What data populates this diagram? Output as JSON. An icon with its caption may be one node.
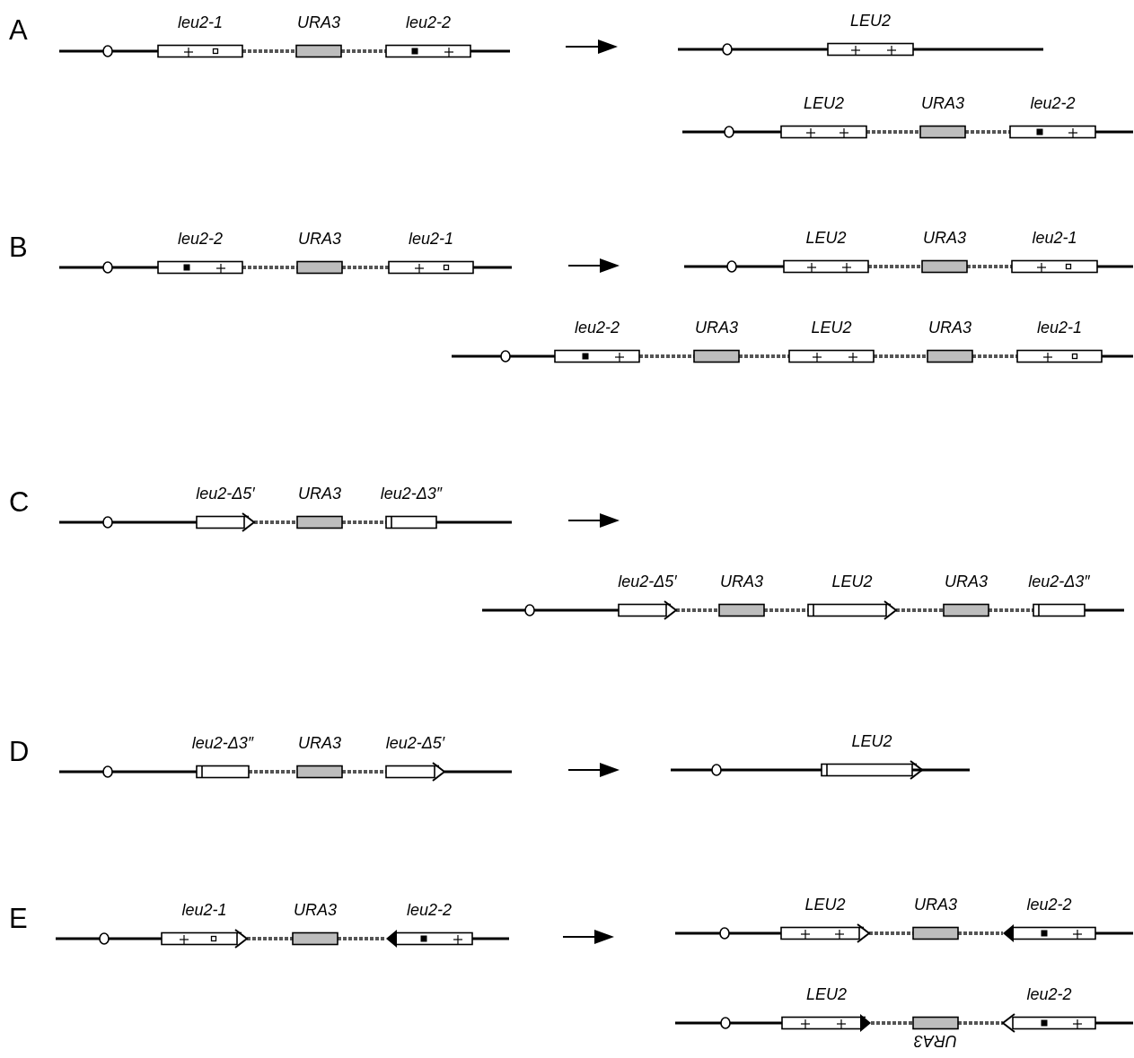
{
  "diagram": {
    "nodes": [
      {
        "text": [
          "leu2-1"
        ]
      },
      {
        "text": [
          "URA3"
        ]
      },
      {
        "text": [
          "leu2-2"
        ]
      },
      {
        "text": [
          "LEU2"
        ]
      },
      {
        "text": [
          "LEU2"
        ]
      },
      {
        "text": [
          "URA3"
        ]
      },
      {
        "text": [
          "leu2-2"
        ]
      },
      {
        "text": [
          "leu2-2"
        ]
      },
      {
        "text": [
          "URA3"
        ]
      },
      {
        "text": [
          "leu2-1"
        ]
      },
      {
        "text": [
          "LEU2"
        ]
      },
      {
        "text": [
          "URA3"
        ]
      },
      {
        "text": [
          "leu2-1"
        ]
      },
      {
        "text": [
          "leu2-2"
        ]
      },
      {
        "text": [
          "URA3"
        ]
      },
      {
        "text": [
          "LEU2"
        ]
      },
      {
        "text": [
          "URA3"
        ]
      },
      {
        "text": [
          "leu2-1"
        ]
      },
      {
        "text": [
          "leu2-Δ5′"
        ]
      },
      {
        "text": [
          "URA3"
        ]
      },
      {
        "text": [
          "leu2-Δ3″"
        ]
      },
      {
        "text": [
          "leu2-Δ5′"
        ]
      },
      {
        "text": [
          "URA3"
        ]
      },
      {
        "text": [
          "LEU2"
        ]
      },
      {
        "text": [
          "URA3"
        ]
      },
      {
        "text": [
          "leu2-Δ3″"
        ]
      },
      {
        "text": [
          "leu2-Δ3″"
        ]
      },
      {
        "text": [
          "URA3"
        ]
      },
      {
        "text": [
          "leu2-Δ5′"
        ]
      },
      {
        "text": [
          "LEU2"
        ]
      },
      {
        "text": [
          "leu2-1"
        ]
      },
      {
        "text": [
          "URA3"
        ]
      },
      {
        "text": [
          "leu2-2"
        ]
      },
      {
        "text": [
          "LEU2"
        ]
      },
      {
        "text": [
          "URA3"
        ]
      },
      {
        "text": [
          "leu2-2"
        ]
      },
      {
        "text": [
          "LEU2"
        ]
      },
      {
        "text": [
          "URA3"
        ]
      },
      {
        "text": [
          "leu2-2"
        ]
      }
    ],
    "edges": [
      {
        "from": 0,
        "to": 1,
        "arrow": "none",
        "style": "dashed"
      },
      {
        "from": 1,
        "to": 2,
        "arrow": "none",
        "style": "dashed"
      },
      {
        "from": 4,
        "to": 5,
        "arrow": "none",
        "style": "dashed"
      },
      {
        "from": 5,
        "to": 6,
        "arrow": "none",
        "style": "dashed"
      },
      {
        "from": 7,
        "to": 8,
        "arrow": "none",
        "style": "dashed"
      },
      {
        "from": 8,
        "to": 9,
        "arrow": "none",
        "style": "dashed"
      },
      {
        "from": 10,
        "to": 11,
        "arrow": "none",
        "style": "dashed"
      },
      {
        "from": 11,
        "to": 12,
        "arrow": "none",
        "style": "dashed"
      },
      {
        "from": 13,
        "to": 14,
        "arrow": "none",
        "style": "dashed"
      },
      {
        "from": 14,
        "to": 15,
        "arrow": "none",
        "style": "dashed"
      },
      {
        "from": 15,
        "to": 16,
        "arrow": "none",
        "style": "dashed"
      },
      {
        "from": 16,
        "to": 17,
        "arrow": "none",
        "style": "dashed"
      },
      {
        "from": 18,
        "to": 19,
        "arrow": "none",
        "style": "dashed"
      },
      {
        "from": 19,
        "to": 20,
        "arrow": "none",
        "style": "dashed"
      },
      {
        "from": 21,
        "to": 22,
        "arrow": "none",
        "style": "dashed"
      },
      {
        "from": 22,
        "to": 23,
        "arrow": "none",
        "style": "dashed"
      },
      {
        "from": 23,
        "to": 24,
        "arrow": "none",
        "style": "dashed"
      },
      {
        "from": 24,
        "to": 25,
        "arrow": "none",
        "style": "dashed"
      },
      {
        "from": 26,
        "to": 27,
        "arrow": "none",
        "style": "dashed"
      },
      {
        "from": 27,
        "to": 28,
        "arrow": "none",
        "style": "dashed"
      },
      {
        "from": 30,
        "to": 31,
        "arrow": "none",
        "style": "dashed"
      },
      {
        "from": 31,
        "to": 32,
        "arrow": "none",
        "style": "dashed"
      },
      {
        "from": 33,
        "to": 34,
        "arrow": "none",
        "style": "dashed"
      },
      {
        "from": 34,
        "to": 35,
        "arrow": "none",
        "style": "dashed"
      },
      {
        "from": 36,
        "to": 37,
        "arrow": "none",
        "style": "dashed"
      },
      {
        "from": 37,
        "to": 38,
        "arrow": "none",
        "style": "dashed"
      }
    ],
    "labels": [
      "A",
      "B",
      "C",
      "D",
      "E"
    ]
  }
}
